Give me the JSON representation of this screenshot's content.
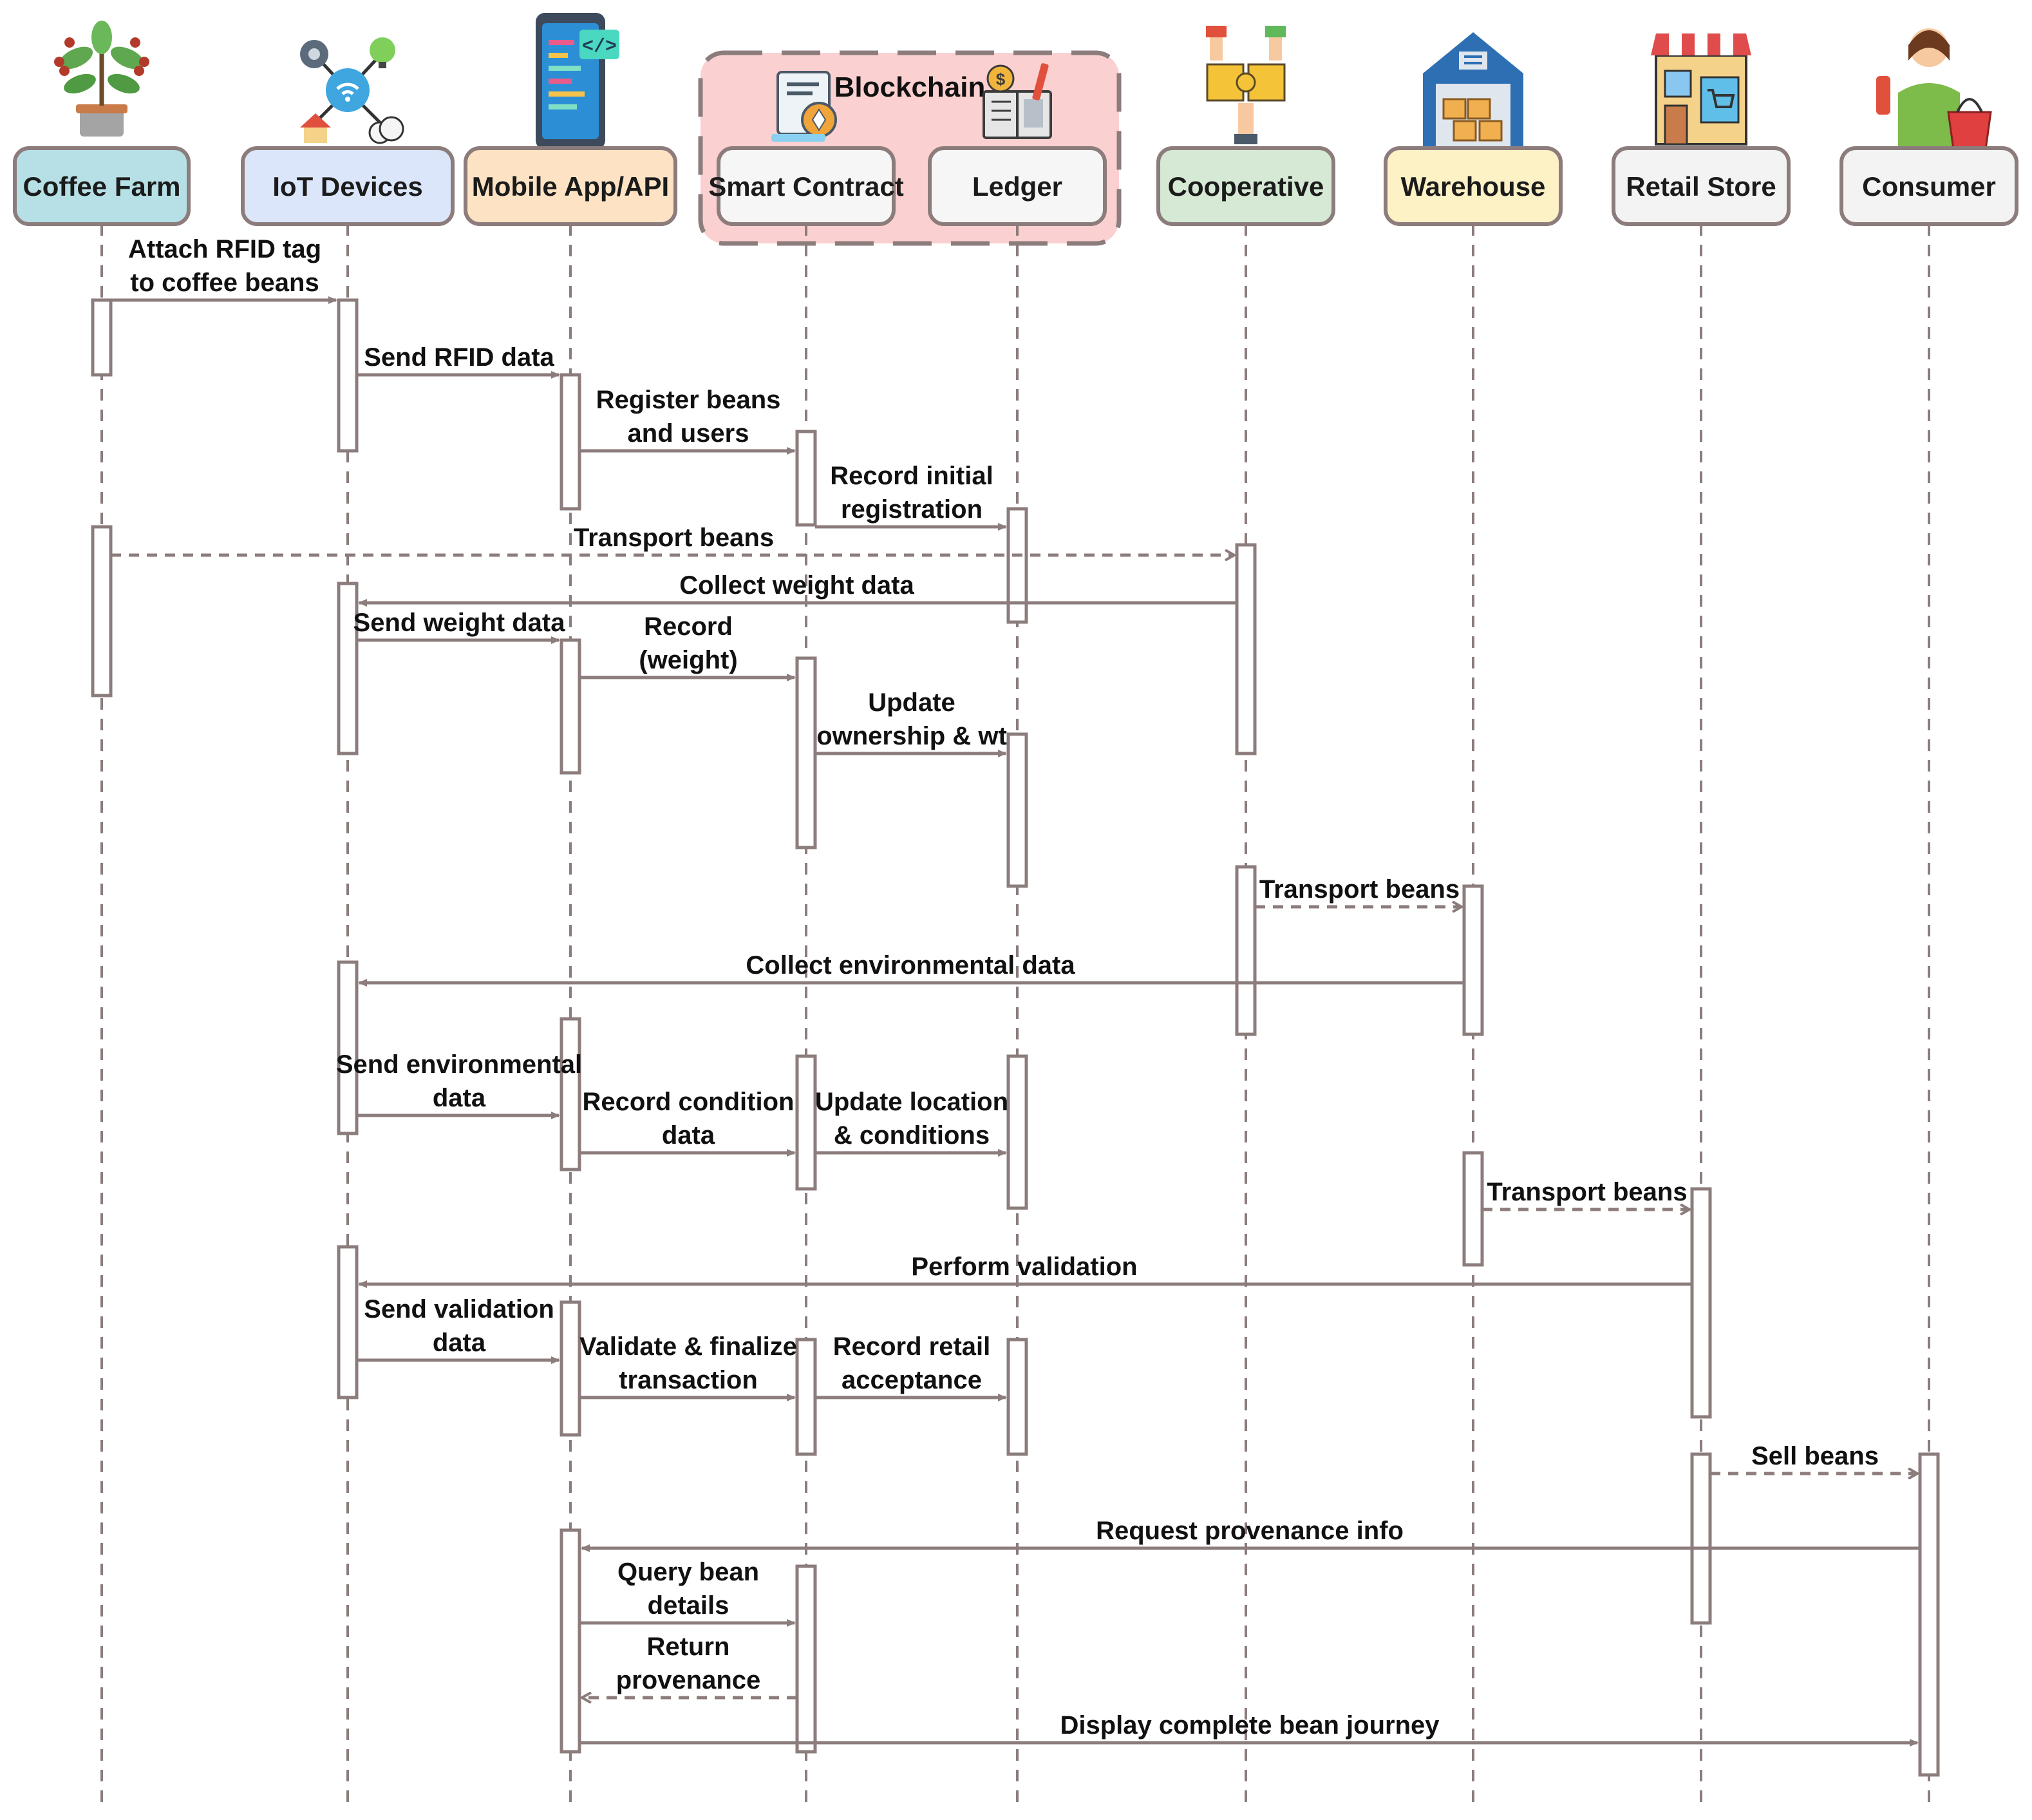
{
  "colors": {
    "line": "#8c7c7c",
    "blockchain_fill": "#fbd0d0",
    "blockchain_border": "#8c7c7c"
  },
  "group": {
    "label": "Blockchain"
  },
  "actors": [
    {
      "id": "farm",
      "label": "Coffee Farm",
      "fill": "#b6e0e6",
      "icon": "coffee-plant-icon"
    },
    {
      "id": "iot",
      "label": "IoT Devices",
      "fill": "#dce6fb",
      "icon": "iot-network-icon"
    },
    {
      "id": "app",
      "label": "Mobile App/API",
      "fill": "#fde2c4",
      "icon": "mobile-app-icon"
    },
    {
      "id": "sc",
      "label": "Smart Contract",
      "fill": "#f6f6f6",
      "icon": "smart-contract-icon"
    },
    {
      "id": "ledger",
      "label": "Ledger",
      "fill": "#f6f6f6",
      "icon": "ledger-book-icon"
    },
    {
      "id": "coop",
      "label": "Cooperative",
      "fill": "#d5e9d4",
      "icon": "cooperative-puzzle-icon"
    },
    {
      "id": "wh",
      "label": "Warehouse",
      "fill": "#fdf1c6",
      "icon": "warehouse-icon"
    },
    {
      "id": "retail",
      "label": "Retail Store",
      "fill": "#f3f3f3",
      "icon": "store-icon"
    },
    {
      "id": "consumer",
      "label": "Consumer",
      "fill": "#f3f3f3",
      "icon": "consumer-icon"
    }
  ],
  "messages": [
    {
      "from": "farm",
      "to": "iot",
      "label": [
        "Attach RFID tag",
        "to coffee beans"
      ],
      "dashed": false
    },
    {
      "from": "iot",
      "to": "app",
      "label": [
        "Send RFID data"
      ],
      "dashed": false
    },
    {
      "from": "app",
      "to": "sc",
      "label": [
        "Register beans",
        "and users"
      ],
      "dashed": false
    },
    {
      "from": "sc",
      "to": "ledger",
      "label": [
        "Record initial",
        "registration"
      ],
      "dashed": false
    },
    {
      "from": "farm",
      "to": "coop",
      "label": [
        "Transport beans"
      ],
      "dashed": true
    },
    {
      "from": "coop",
      "to": "iot",
      "label": [
        "Collect weight data"
      ],
      "dashed": false
    },
    {
      "from": "iot",
      "to": "app",
      "label": [
        "Send weight data"
      ],
      "dashed": false
    },
    {
      "from": "app",
      "to": "sc",
      "label": [
        "Record",
        "(weight)"
      ],
      "dashed": false
    },
    {
      "from": "sc",
      "to": "ledger",
      "label": [
        "Update",
        "ownership & wt"
      ],
      "dashed": false
    },
    {
      "from": "coop",
      "to": "wh",
      "label": [
        "Transport beans"
      ],
      "dashed": true
    },
    {
      "from": "wh",
      "to": "iot",
      "label": [
        "Collect environmental data"
      ],
      "dashed": false
    },
    {
      "from": "iot",
      "to": "app",
      "label": [
        "Send environmental",
        "data"
      ],
      "dashed": false
    },
    {
      "from": "app",
      "to": "sc",
      "label": [
        "Record condition",
        "data"
      ],
      "dashed": false
    },
    {
      "from": "sc",
      "to": "ledger",
      "label": [
        "Update location",
        "& conditions"
      ],
      "dashed": false
    },
    {
      "from": "wh",
      "to": "retail",
      "label": [
        "Transport beans"
      ],
      "dashed": true
    },
    {
      "from": "retail",
      "to": "iot",
      "label": [
        "Perform validation"
      ],
      "dashed": false
    },
    {
      "from": "iot",
      "to": "app",
      "label": [
        "Send validation",
        "data"
      ],
      "dashed": false
    },
    {
      "from": "app",
      "to": "sc",
      "label": [
        "Validate & finalize",
        "transaction"
      ],
      "dashed": false
    },
    {
      "from": "sc",
      "to": "ledger",
      "label": [
        "Record retail",
        "acceptance"
      ],
      "dashed": false
    },
    {
      "from": "retail",
      "to": "consumer",
      "label": [
        "Sell beans"
      ],
      "dashed": true
    },
    {
      "from": "consumer",
      "to": "app",
      "label": [
        "Request provenance info"
      ],
      "dashed": false
    },
    {
      "from": "app",
      "to": "sc",
      "label": [
        "Query bean",
        "details"
      ],
      "dashed": false
    },
    {
      "from": "sc",
      "to": "app",
      "label": [
        "Return",
        "provenance"
      ],
      "dashed": true
    },
    {
      "from": "app",
      "to": "consumer",
      "label": [
        "Display complete bean journey"
      ],
      "dashed": false
    }
  ]
}
